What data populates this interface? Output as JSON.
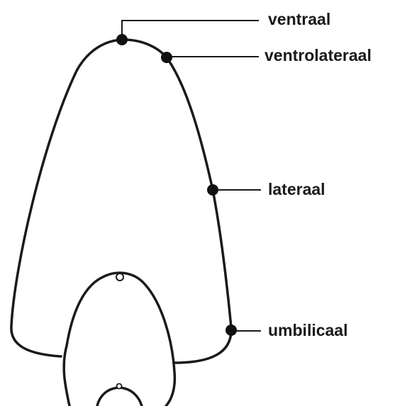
{
  "diagram": {
    "labels": {
      "ventraal": "ventraal",
      "ventrolateraal": "ventrolateraal",
      "lateraal": "lateraal",
      "umbilicaal": "umbilicaal"
    },
    "colors": {
      "outline": "#1a1a1a",
      "marker": "#111111",
      "background": "#ffffff"
    }
  }
}
